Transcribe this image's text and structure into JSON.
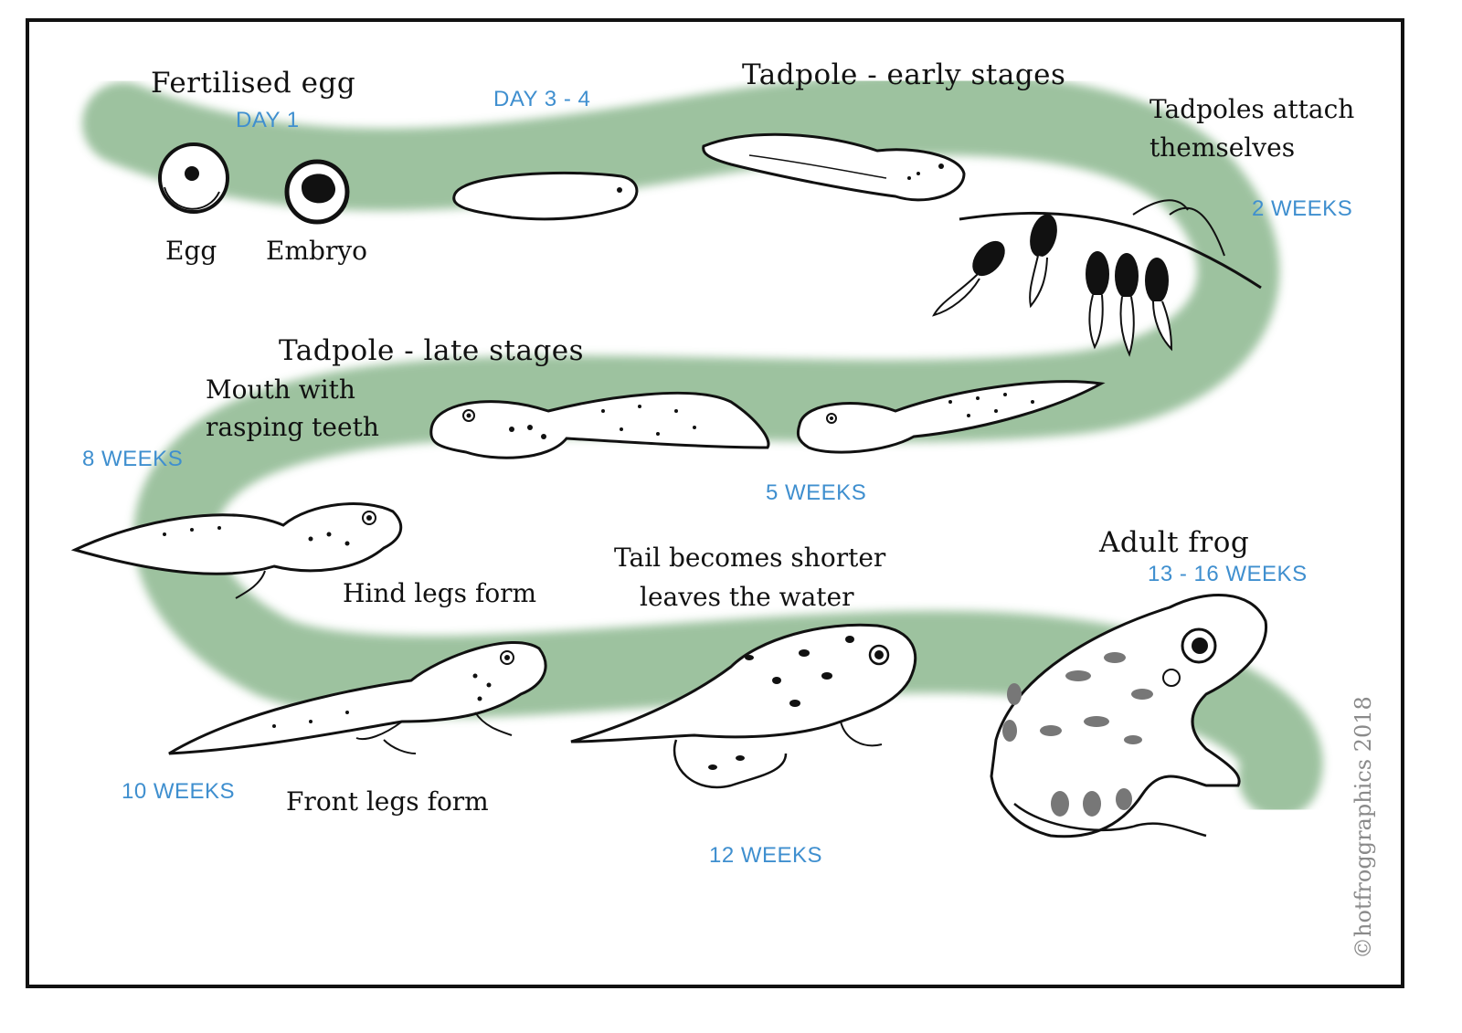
{
  "labels": {
    "fertilised_egg": "Fertilised egg",
    "egg": "Egg",
    "embryo": "Embryo",
    "tadpole_early": "Tadpole - early stages",
    "tadpoles_attach_1": "Tadpoles attach",
    "tadpoles_attach_2": "themselves",
    "tadpole_late": "Tadpole - late stages",
    "mouth_1": "Mouth with",
    "mouth_2": "rasping teeth",
    "hind_legs": "Hind legs form",
    "tail_shorter_1": "Tail becomes shorter",
    "tail_shorter_2": "leaves the water",
    "adult_frog": "Adult frog",
    "front_legs": "Front legs form"
  },
  "timeline": {
    "day_1": "DAY 1",
    "day_3_4": "DAY 3 - 4",
    "weeks_2": "2 WEEKS",
    "weeks_5": "5 WEEKS",
    "weeks_8": "8 WEEKS",
    "weeks_10": "10 WEEKS",
    "weeks_12": "12 WEEKS",
    "weeks_13_16": "13 - 16 WEEKS"
  },
  "copyright": "©hotfroggraphics 2018",
  "colors": {
    "path_green": "#8cb88f",
    "week_blue": "#3f8fcf",
    "ink": "#111111"
  }
}
